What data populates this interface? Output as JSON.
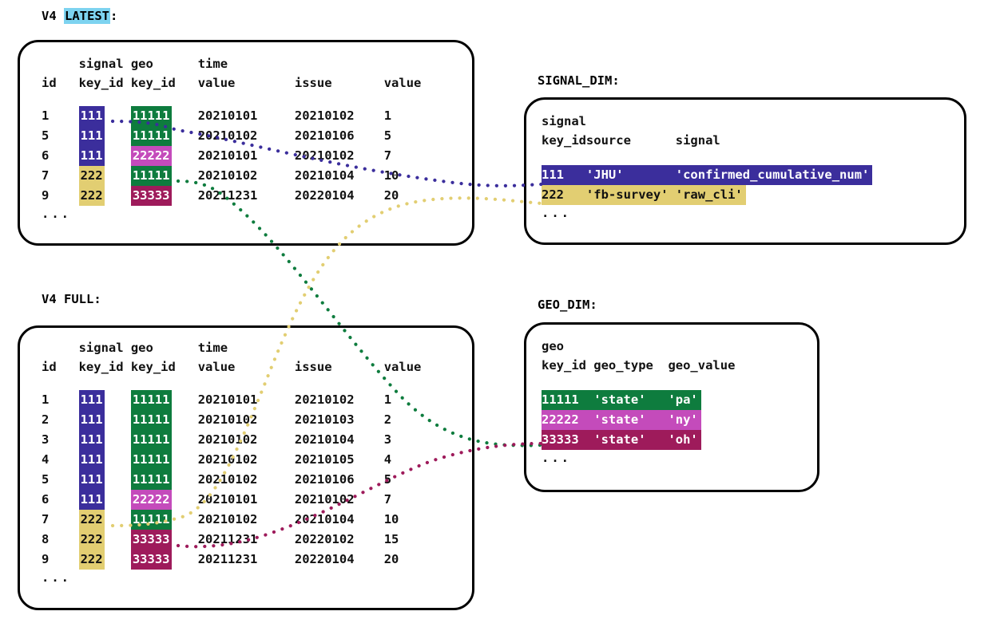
{
  "palette": {
    "blue": "#3B2E9C",
    "gold": "#E2CE72",
    "green": "#0E7C3E",
    "orchid": "#C44BBB",
    "maroon": "#9E1B5B",
    "highlight_cyan": "#7DD3F0",
    "outline": "#000000"
  },
  "captions": {
    "latest_prefix": "V4 ",
    "latest_badge": "LATEST",
    "latest_suffix": ":",
    "full": "V4 FULL:",
    "signal_dim": "SIGNAL_DIM:",
    "geo_dim": "GEO_DIM:"
  },
  "ellipsis": "...",
  "latest_table": {
    "header_top": [
      "",
      "signal",
      "geo",
      "time",
      "",
      ""
    ],
    "header_bottom": [
      "id",
      "key_id",
      "key_id",
      "value",
      "issue",
      "value"
    ],
    "rows": [
      {
        "id": "1",
        "signal_key_id": "111",
        "signal_color": "blue",
        "geo_key_id": "11111",
        "geo_color": "green",
        "time_value": "20210101",
        "issue": "20210102",
        "value": "1"
      },
      {
        "id": "5",
        "signal_key_id": "111",
        "signal_color": "blue",
        "geo_key_id": "11111",
        "geo_color": "green",
        "time_value": "20210102",
        "issue": "20210106",
        "value": "5"
      },
      {
        "id": "6",
        "signal_key_id": "111",
        "signal_color": "blue",
        "geo_key_id": "22222",
        "geo_color": "orchid",
        "time_value": "20210101",
        "issue": "20210102",
        "value": "7"
      },
      {
        "id": "7",
        "signal_key_id": "222",
        "signal_color": "gold",
        "geo_key_id": "11111",
        "geo_color": "green",
        "time_value": "20210102",
        "issue": "20210104",
        "value": "10"
      },
      {
        "id": "9",
        "signal_key_id": "222",
        "signal_color": "gold",
        "geo_key_id": "33333",
        "geo_color": "maroon",
        "time_value": "20211231",
        "issue": "20220104",
        "value": "20"
      }
    ]
  },
  "full_table": {
    "header_top": [
      "",
      "signal",
      "geo",
      "time",
      "",
      ""
    ],
    "header_bottom": [
      "id",
      "key_id",
      "key_id",
      "value",
      "issue",
      "value"
    ],
    "rows": [
      {
        "id": "1",
        "signal_key_id": "111",
        "signal_color": "blue",
        "geo_key_id": "11111",
        "geo_color": "green",
        "time_value": "20210101",
        "issue": "20210102",
        "value": "1"
      },
      {
        "id": "2",
        "signal_key_id": "111",
        "signal_color": "blue",
        "geo_key_id": "11111",
        "geo_color": "green",
        "time_value": "20210102",
        "issue": "20210103",
        "value": "2"
      },
      {
        "id": "3",
        "signal_key_id": "111",
        "signal_color": "blue",
        "geo_key_id": "11111",
        "geo_color": "green",
        "time_value": "20210102",
        "issue": "20210104",
        "value": "3"
      },
      {
        "id": "4",
        "signal_key_id": "111",
        "signal_color": "blue",
        "geo_key_id": "11111",
        "geo_color": "green",
        "time_value": "20210102",
        "issue": "20210105",
        "value": "4"
      },
      {
        "id": "5",
        "signal_key_id": "111",
        "signal_color": "blue",
        "geo_key_id": "11111",
        "geo_color": "green",
        "time_value": "20210102",
        "issue": "20210106",
        "value": "5"
      },
      {
        "id": "6",
        "signal_key_id": "111",
        "signal_color": "blue",
        "geo_key_id": "22222",
        "geo_color": "orchid",
        "time_value": "20210101",
        "issue": "20210102",
        "value": "7"
      },
      {
        "id": "7",
        "signal_key_id": "222",
        "signal_color": "gold",
        "geo_key_id": "11111",
        "geo_color": "green",
        "time_value": "20210102",
        "issue": "20210104",
        "value": "10"
      },
      {
        "id": "8",
        "signal_key_id": "222",
        "signal_color": "gold",
        "geo_key_id": "33333",
        "geo_color": "maroon",
        "time_value": "20211231",
        "issue": "20220102",
        "value": "15"
      },
      {
        "id": "9",
        "signal_key_id": "222",
        "signal_color": "gold",
        "geo_key_id": "33333",
        "geo_color": "maroon",
        "time_value": "20211231",
        "issue": "20220104",
        "value": "20"
      }
    ]
  },
  "signal_dim": {
    "header_top": [
      "signal",
      "",
      ""
    ],
    "header_bottom": [
      "key_id",
      "source",
      "signal"
    ],
    "rows": [
      {
        "key_id": "111",
        "source": "'JHU'",
        "signal": "'confirmed_cumulative_num'",
        "color": "blue"
      },
      {
        "key_id": "222",
        "source": "'fb-survey'",
        "signal": "'raw_cli'",
        "color": "gold"
      }
    ]
  },
  "geo_dim": {
    "header_top": [
      "geo",
      "",
      ""
    ],
    "header_bottom": [
      "key_id",
      "geo_type",
      "geo_value"
    ],
    "rows": [
      {
        "key_id": "11111",
        "geo_type": "'state'",
        "geo_value": "'pa'",
        "color": "green"
      },
      {
        "key_id": "22222",
        "geo_type": "'state'",
        "geo_value": "'ny'",
        "color": "orchid"
      },
      {
        "key_id": "33333",
        "geo_type": "'state'",
        "geo_value": "'oh'",
        "color": "maroon"
      }
    ]
  },
  "links": [
    {
      "name": "latest-signal-111-to-signal-dim-111",
      "color": "blue"
    },
    {
      "name": "latest-geo-11111-to-geo-dim-11111",
      "color": "green"
    },
    {
      "name": "full-signal-222-to-signal-dim-222",
      "color": "gold"
    },
    {
      "name": "full-geo-33333-to-geo-dim-33333",
      "color": "maroon"
    }
  ]
}
